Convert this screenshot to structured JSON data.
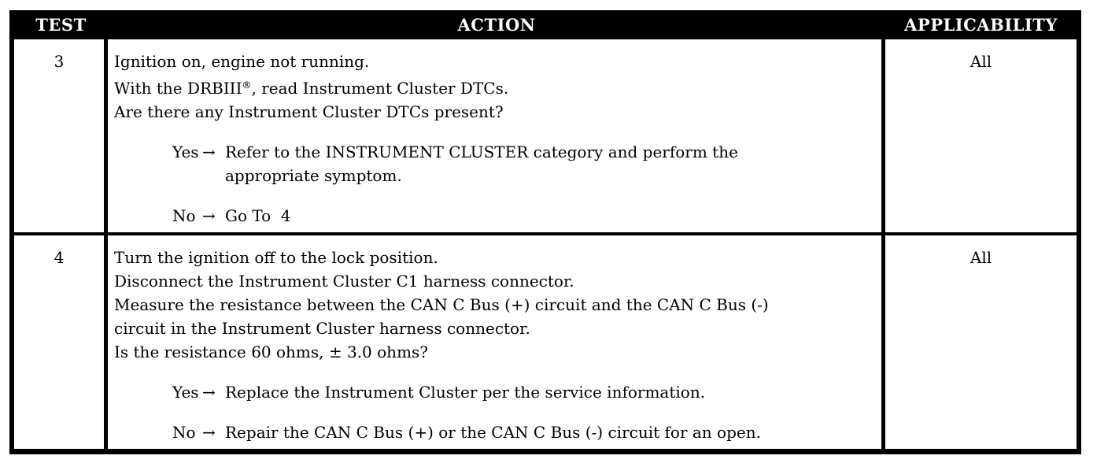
{
  "colors": {
    "header_bg": "#000000",
    "header_text": "#ffffff",
    "body_text": "#000000",
    "border": "#000000",
    "page_bg": "#ffffff"
  },
  "table": {
    "headers": {
      "test": "TEST",
      "action": "ACTION",
      "applicability": "APPLICABILITY"
    },
    "rows": [
      {
        "test": "3",
        "applicability": "All",
        "action_lines": [
          "Ignition on, engine not running.",
          {
            "prefix": "With the DRBIII",
            "reg_mark": "®",
            "suffix": ", read Instrument Cluster DTCs."
          },
          "Are there any Instrument Cluster DTCs present?"
        ],
        "branches": [
          {
            "answer": "Yes",
            "arrow": "→",
            "result": "Refer to the INSTRUMENT CLUSTER category and perform the\nappropriate symptom."
          },
          {
            "answer": "No",
            "arrow": "→",
            "result": "Go To  4"
          }
        ]
      },
      {
        "test": "4",
        "applicability": "All",
        "action_lines": [
          "Turn the ignition off to the lock position.",
          "Disconnect the Instrument Cluster C1 harness connector.",
          "Measure the resistance between the CAN C Bus (+) circuit and the CAN C Bus (-)",
          "circuit in the Instrument Cluster harness connector.",
          "Is the resistance 60 ohms, ± 3.0 ohms?"
        ],
        "branches": [
          {
            "answer": "Yes",
            "arrow": "→",
            "result": "Replace the Instrument Cluster per the service information."
          },
          {
            "answer": "No",
            "arrow": "→",
            "result": "Repair the CAN C Bus (+) or the CAN C Bus (-) circuit for an open."
          }
        ]
      }
    ]
  }
}
